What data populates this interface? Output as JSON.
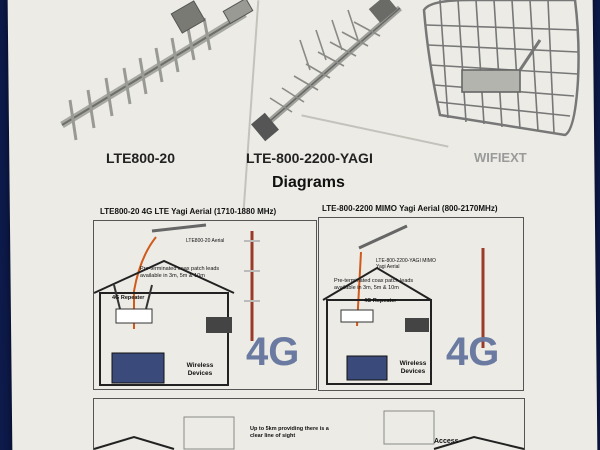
{
  "antennas": [
    {
      "caption": "LTE800-20"
    },
    {
      "caption": "LTE-800-2200-YAGI"
    },
    {
      "caption": "WIFIEXT"
    }
  ],
  "section_title": "Diagrams",
  "diagrams": [
    {
      "title": "LTE800-20 4G LTE Yagi Aerial (1710-1880 MHz)",
      "antenna_label": "LTE800-20 Aerial",
      "cable_note": "Pre-terminated coax patch leads available in 3m, 5m & 10m",
      "repeater": "4G Repeater",
      "devices": "Wireless Devices",
      "badge": "4G"
    },
    {
      "title": "LTE-800-2200 MIMO Yagi Aerial (800-2170MHz)",
      "antenna_label": "LTE-800-2200-YAGI MIMO Yagi Aerial",
      "cable_note": "Pre-terminated coax patch leads available in 3m, 5m & 10m",
      "repeater": "4G Repeater",
      "devices": "Wireless Devices",
      "badge": "4G"
    }
  ],
  "bottom": {
    "range_note": "Up to 5km providing there is a clear line of sight",
    "access": "Access"
  }
}
